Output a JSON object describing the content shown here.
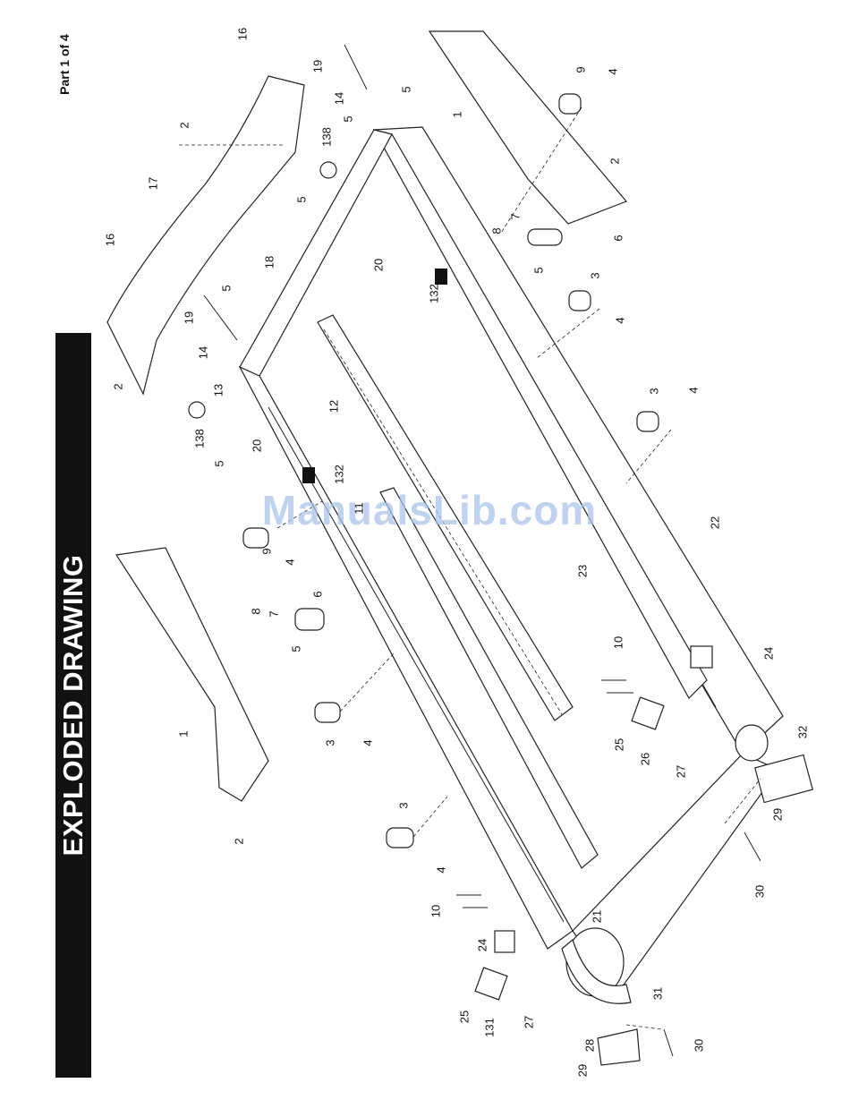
{
  "header": {
    "section_title": "EXPLODED DRAWING",
    "page_label": "Part 1 of 4"
  },
  "watermark": "ManualsLib.com",
  "callouts": [
    "16",
    "19",
    "14",
    "5",
    "5",
    "138",
    "2",
    "17",
    "5",
    "1",
    "9",
    "4",
    "2",
    "8",
    "7",
    "6",
    "18",
    "20",
    "132",
    "5",
    "3",
    "4",
    "16",
    "5",
    "19",
    "14",
    "2",
    "13",
    "12",
    "3",
    "4",
    "138",
    "5",
    "20",
    "132",
    "11",
    "22",
    "23",
    "9",
    "4",
    "8",
    "7",
    "6",
    "5",
    "1",
    "3",
    "4",
    "10",
    "24",
    "25",
    "26",
    "27",
    "32",
    "29",
    "30",
    "3",
    "4",
    "2",
    "10",
    "24",
    "21",
    "25",
    "131",
    "27",
    "31",
    "28",
    "29",
    "30"
  ],
  "colors": {
    "title_bar": "#111111",
    "title_text": "#ffffff",
    "line_art": "#222222",
    "watermark": "#aac4ea"
  }
}
